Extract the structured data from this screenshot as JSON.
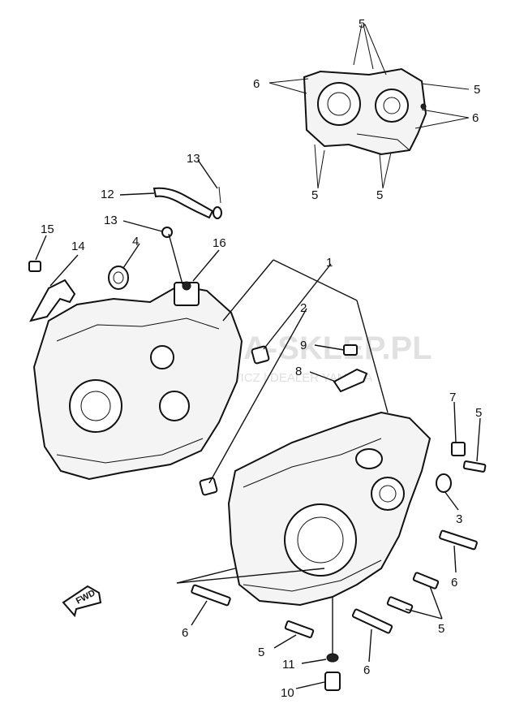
{
  "callouts": {
    "c1": "1",
    "c2": "2",
    "c3": "3",
    "c4": "4",
    "c5": "5",
    "c6": "6",
    "c7": "7",
    "c8": "8",
    "c9": "9",
    "c10": "10",
    "c11": "11",
    "c12": "12",
    "c13": "13",
    "c14": "14",
    "c15": "15",
    "c16": "16"
  },
  "watermark": {
    "main": "A-SKLEP.PL",
    "sub": "YCZ CHOWICZ | DEALER YAMAHA"
  },
  "direction_label": "FWD",
  "colors": {
    "ink": "#111111",
    "watermark": "#c9c9c9",
    "watermark_logo": "#e8a0a0"
  }
}
